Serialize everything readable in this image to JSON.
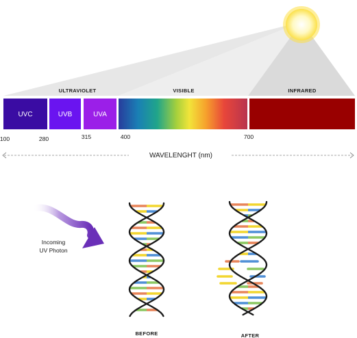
{
  "spectrum": {
    "categories": {
      "ultraviolet": "ULTRAVIOLET",
      "visible": "VISIBLE",
      "infrared": "INFRARED"
    },
    "bands": {
      "uvc": "UVC",
      "uvb": "UVB",
      "uva": "UVA"
    },
    "ticks": {
      "t100": "100",
      "t280": "280",
      "t315": "315",
      "t400": "400",
      "t700": "700"
    },
    "axis_label": "WAVELENGHT (nm)",
    "colors": {
      "uvc": "#3a0ca3",
      "uvb": "#6a14f0",
      "uva": "#9b1fe8",
      "infrared": "#990000",
      "sun": "#fff176"
    }
  },
  "photon": {
    "label_line1": "Incoming",
    "label_line2": "UV Photon",
    "color": "#6a2fb8"
  },
  "dna": {
    "before_label": "BEFORE",
    "after_label": "AFTER",
    "base_colors": [
      "#e8855a",
      "#f2d630",
      "#4f8fd6",
      "#8cc862"
    ]
  }
}
